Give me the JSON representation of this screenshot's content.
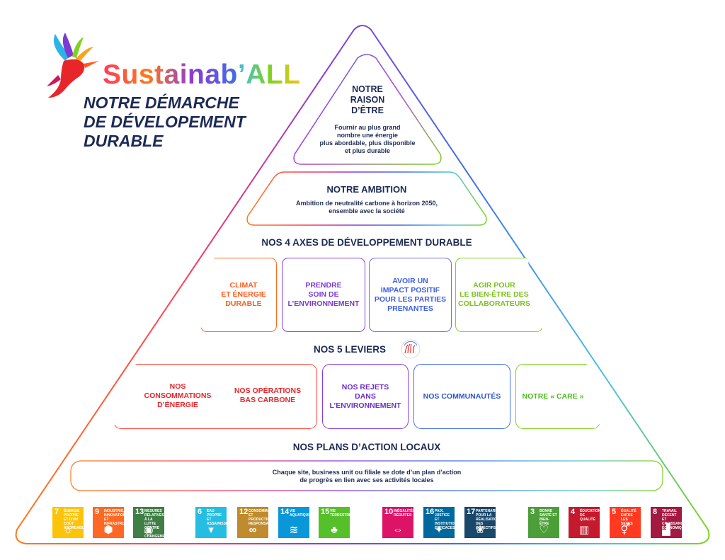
{
  "brand": {
    "name_prefix": "Sustainab",
    "name_suffix": "’ALL",
    "subtitle_lines": [
      "NOTRE DÉMARCHE",
      "DE DÉVELOPEMENT",
      "DURABLE"
    ]
  },
  "raison": {
    "title_lines": [
      "NOTRE",
      "RAISON",
      "D’ÊTRE"
    ],
    "text_lines": [
      "Fournir au plus grand",
      "nombre une énergie",
      "plus abordable, plus disponible",
      "et plus durable"
    ]
  },
  "ambition": {
    "title": "NOTRE AMBITION",
    "text_lines": [
      "Ambition de neutralité carbone à horizon 2050,",
      "ensemble avec la société"
    ]
  },
  "axes": {
    "title": "NOS 4 AXES DE DÉVELOPPEMENT DURABLE",
    "items": [
      {
        "lines": [
          "CLIMAT",
          "ET ÉNERGIE",
          "DURABLE"
        ],
        "color": "#ff5b1a"
      },
      {
        "lines": [
          "PRENDRE",
          "SOIN DE",
          "L’ENVIRONNEMENT"
        ],
        "color": "#7b3bd4"
      },
      {
        "lines": [
          "AVOIR UN",
          "IMPACT POSITIF",
          "POUR LES PARTIES",
          "PRENANTES"
        ],
        "color": "#3d5fe0"
      },
      {
        "lines": [
          "AGIR POUR",
          "LE BIEN-ÊTRE DES",
          "COLLABORATEURS"
        ],
        "color": "#7bc11f"
      }
    ]
  },
  "leviers": {
    "title": "NOS 5 LEVIERS",
    "badge_text": "CARE",
    "items": [
      {
        "lines": [
          "NOS",
          "CONSOMMATIONS",
          "D’ÉNERGIE"
        ],
        "color": "#e8262a"
      },
      {
        "lines": [
          "NOS OPÉRATIONS",
          "BAS CARBONE"
        ],
        "color": "#e8262a"
      },
      {
        "lines": [
          "NOS REJETS",
          "DANS",
          "L’ENVIRONNEMENT"
        ],
        "color": "#6a2fc6"
      },
      {
        "lines": [
          "NOS COMMUNAUTÉS"
        ],
        "color": "#2d56d6"
      },
      {
        "lines": [
          "NOTRE « CARE »"
        ],
        "color": "#4cbc1f"
      }
    ]
  },
  "plans": {
    "title": "NOS PLANS D’ACTION LOCAUX",
    "text_lines": [
      "Chaque site, business unit ou filiale se dote d’un plan d’action",
      "de progrès en lien avec ses activités locales"
    ]
  },
  "sdgs": [
    {
      "num": "7",
      "label": "ÉNERGIE PROPRE ET D’UN COÛT ABORDABLE",
      "icon": "sun-icon",
      "glyph": "☼",
      "color": "#fcc30b"
    },
    {
      "num": "9",
      "label": "INDUSTRIE, INNOVATION ET INFRASTRUCTURE",
      "icon": "cubes-icon",
      "glyph": "⬢",
      "color": "#fd6925"
    },
    {
      "num": "13",
      "label": "MESURES RELATIVES À LA LUTTE CONTRE LES CHANGEMENTS CLIMATIQUES",
      "icon": "eye-globe-icon",
      "glyph": "◉",
      "color": "#3f7e44"
    },
    {
      "num": "6",
      "label": "EAU PROPRE ET ASSAINISSEMENT",
      "icon": "water-glass-icon",
      "glyph": "▾",
      "color": "#26bde2"
    },
    {
      "num": "12",
      "label": "CONSOMMATION ET PRODUCTION RESPONSABLES",
      "icon": "infinity-icon",
      "glyph": "∞",
      "color": "#bf8b2e"
    },
    {
      "num": "14",
      "label": "VIE AQUATIQUE",
      "icon": "fish-icon",
      "glyph": "≋",
      "color": "#0a97d9"
    },
    {
      "num": "15",
      "label": "VIE TERRESTRE",
      "icon": "tree-icon",
      "glyph": "♣",
      "color": "#56c02b"
    },
    {
      "num": "10",
      "label": "INÉGALITÉS RÉDUITES",
      "icon": "equality-icon",
      "glyph": "⇔",
      "color": "#dd1367"
    },
    {
      "num": "16",
      "label": "PAIX, JUSTICE ET INSTITUTIONS EFFICACES",
      "icon": "dove-icon",
      "glyph": "✦",
      "color": "#00689d"
    },
    {
      "num": "17",
      "label": "PARTENARIATS POUR LA RÉALISATION DES OBJECTIFS",
      "icon": "flower-icon",
      "glyph": "❀",
      "color": "#19486a"
    },
    {
      "num": "3",
      "label": "BONNE SANTÉ ET BIEN-ÊTRE",
      "icon": "heartbeat-icon",
      "glyph": "♡",
      "color": "#4c9f38"
    },
    {
      "num": "4",
      "label": "ÉDUCATION DE QUALITÉ",
      "icon": "book-icon",
      "glyph": "▥",
      "color": "#c5192d"
    },
    {
      "num": "5",
      "label": "ÉGALITÉ ENTRE LES SEXES",
      "icon": "gender-icon",
      "glyph": "⚥",
      "color": "#ff3a21"
    },
    {
      "num": "8",
      "label": "TRAVAIL DÉCENT ET CROISSANCE ÉCONOMIQUE",
      "icon": "growth-chart-icon",
      "glyph": "▟",
      "color": "#a21942"
    }
  ]
}
